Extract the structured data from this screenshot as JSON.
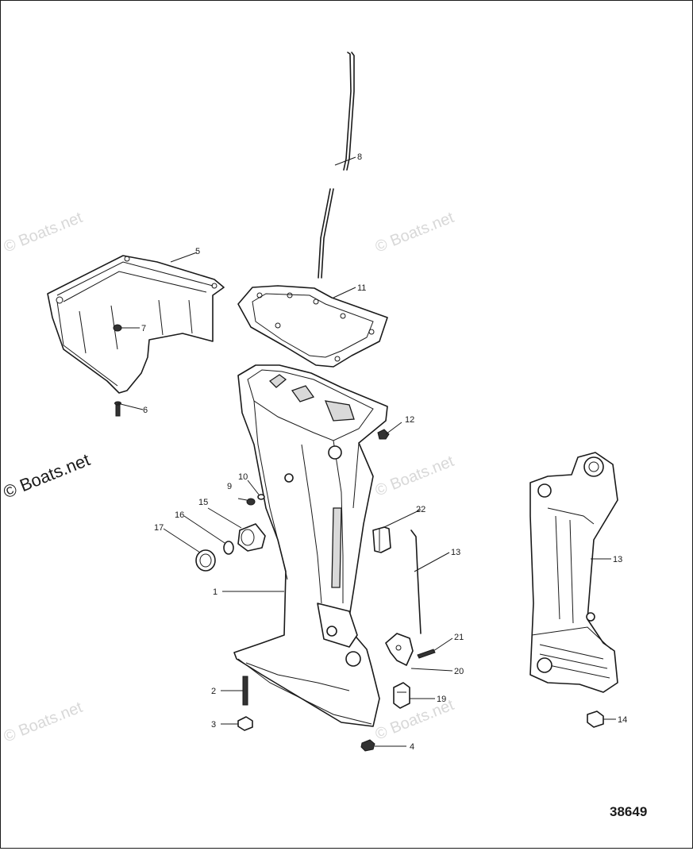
{
  "diagram_number": "38649",
  "watermark_text": "© Boats.net",
  "callouts": {
    "c1": "1",
    "c2": "2",
    "c3": "3",
    "c4": "4",
    "c5": "5",
    "c6": "6",
    "c7": "7",
    "c8": "8",
    "c9": "9",
    "c10": "10",
    "c11": "11",
    "c12": "12",
    "c13a": "13",
    "c13b": "13",
    "c14": "14",
    "c15": "15",
    "c16": "16",
    "c17": "17",
    "c19": "19",
    "c20": "20",
    "c21": "21",
    "c22": "22"
  }
}
